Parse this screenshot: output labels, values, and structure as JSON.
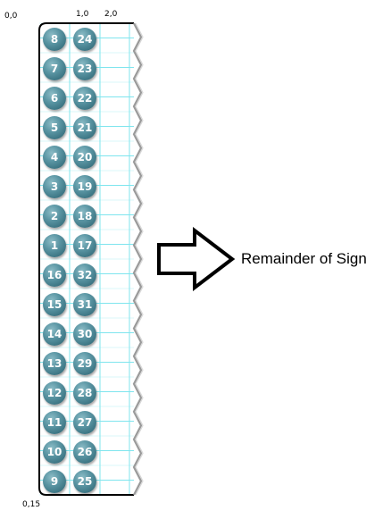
{
  "coords": {
    "origin": "0,0",
    "col1": "1,0",
    "col2": "2,0",
    "bottom": "0,15"
  },
  "leds": {
    "left_column": [
      "8",
      "7",
      "6",
      "5",
      "4",
      "3",
      "2",
      "1",
      "16",
      "15",
      "14",
      "13",
      "12",
      "11",
      "10",
      "9"
    ],
    "right_column": [
      "24",
      "23",
      "22",
      "21",
      "20",
      "19",
      "18",
      "17",
      "32",
      "31",
      "30",
      "29",
      "28",
      "27",
      "26",
      "25"
    ]
  },
  "remainder_label": "Remainder of Sign",
  "colors": {
    "led": "#4f8a98",
    "grid": "#7fe5ee",
    "outline": "#000000",
    "torn_edge": "#9a9a9a"
  }
}
